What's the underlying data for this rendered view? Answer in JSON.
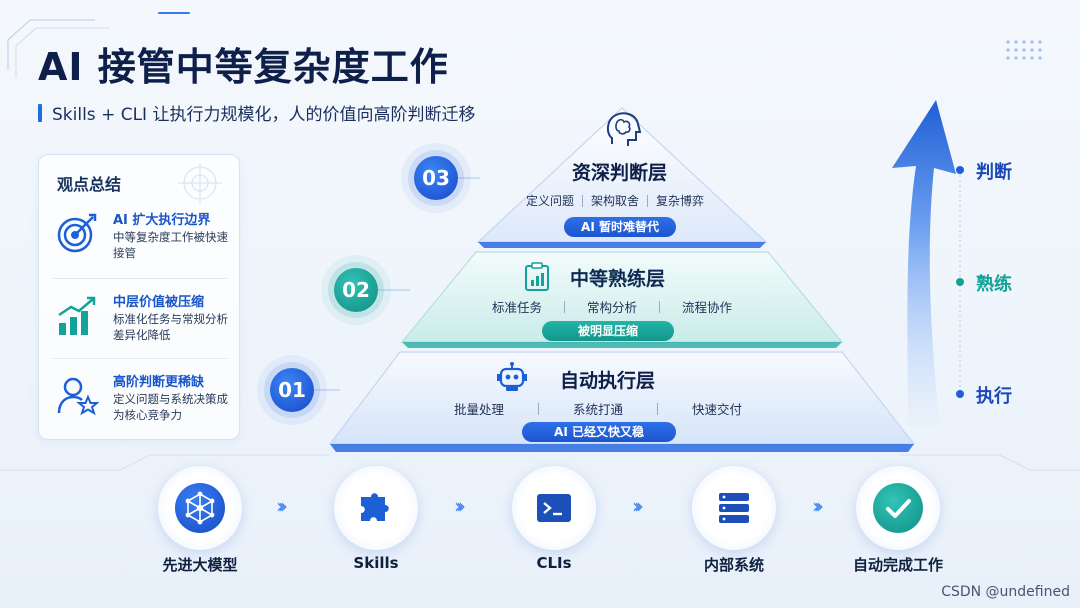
{
  "header": {
    "title": "AI 接管中等复杂度工作",
    "subtitle": "Skills + CLI 让执行力规模化，人的价值向高阶判断迁移"
  },
  "summary": {
    "title": "观点总结",
    "items": [
      {
        "icon": "target-icon",
        "heading": "AI 扩大执行边界",
        "desc": "中等复杂度工作被快速接管"
      },
      {
        "icon": "chart-growth-icon",
        "heading": "中层价值被压缩",
        "desc": "标准化任务与常规分析差异化降低"
      },
      {
        "icon": "user-star-icon",
        "heading": "高阶判断更稀缺",
        "desc": "定义问题与系统决策成为核心竞争力"
      }
    ]
  },
  "pyramid": {
    "tiers": [
      {
        "number": "03",
        "icon": "brain-head-icon",
        "title": "资深判断层",
        "items": [
          "定义问题",
          "架构取舍",
          "复杂博弈"
        ],
        "badge": "AI 暂时难替代"
      },
      {
        "number": "02",
        "icon": "clipboard-chart-icon",
        "title": "中等熟练层",
        "items": [
          "标准任务",
          "常构分析",
          "流程协作"
        ],
        "badge": "被明显压缩"
      },
      {
        "number": "01",
        "icon": "robot-icon",
        "title": "自动执行层",
        "items": [
          "批量处理",
          "系统打通",
          "快速交付"
        ],
        "badge": "AI 已经又快又稳"
      }
    ]
  },
  "levels": [
    "判断",
    "熟练",
    "执行"
  ],
  "flow": [
    {
      "label": "先进大模型",
      "icon": "network-icon"
    },
    {
      "label": "Skills",
      "icon": "puzzle-icon"
    },
    {
      "label": "CLIs",
      "icon": "terminal-icon"
    },
    {
      "label": "内部系统",
      "icon": "server-icon"
    },
    {
      "label": "自动完成工作",
      "icon": "checkmark-icon"
    }
  ],
  "watermark": "CSDN @undefined",
  "colors": {
    "accent": "#1f5fd6",
    "teal": "#14a39a",
    "title": "#0e1f4a"
  }
}
